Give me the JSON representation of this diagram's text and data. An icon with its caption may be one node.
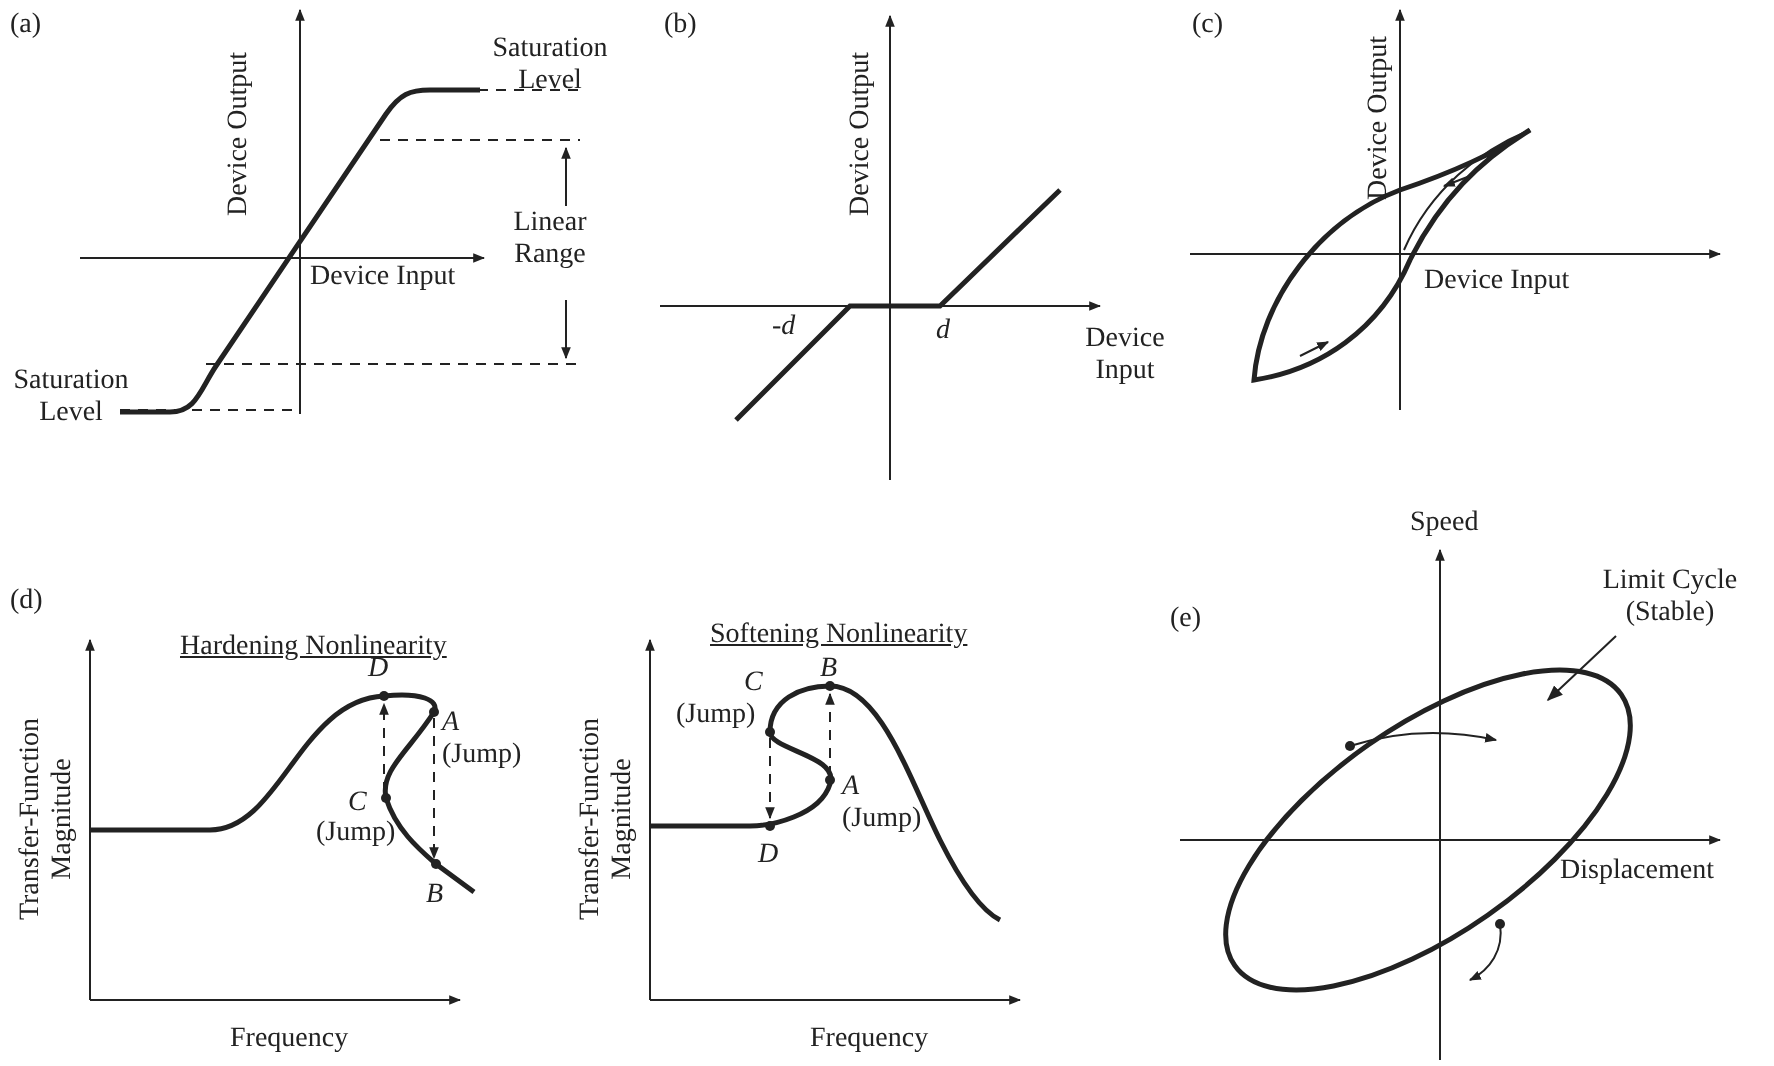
{
  "diagram": {
    "nodes": [
      {
        "text": [
          "Limit Cycle (Stable)"
        ]
      },
      {
        "text": [],
        "shape": "picture"
      }
    ],
    "edges": [
      {
        "from": 0,
        "to": 1,
        "arrow": "to"
      }
    ],
    "labels": [
      "(a)",
      "Saturation Level",
      "Device Output",
      "Linear Range",
      "Device Input",
      "Saturation Level",
      "(b)",
      "Device Output",
      "-*d*",
      "d",
      "Device Input",
      "(c)",
      "Device Output",
      "Device Input",
      "(d)",
      "Hardening Nonlinearity",
      "Transfer-Function Magnitude",
      "D",
      "A",
      "(Jump)",
      "C",
      "(Jump)",
      "B",
      "Frequency",
      "Softening Nonlinearity",
      "Transfer-Function Magnitude",
      "B",
      "C",
      "(Jump)",
      "A",
      "(Jump)",
      "D",
      "Frequency",
      "Speed",
      "(e)",
      "Displacement"
    ]
  }
}
